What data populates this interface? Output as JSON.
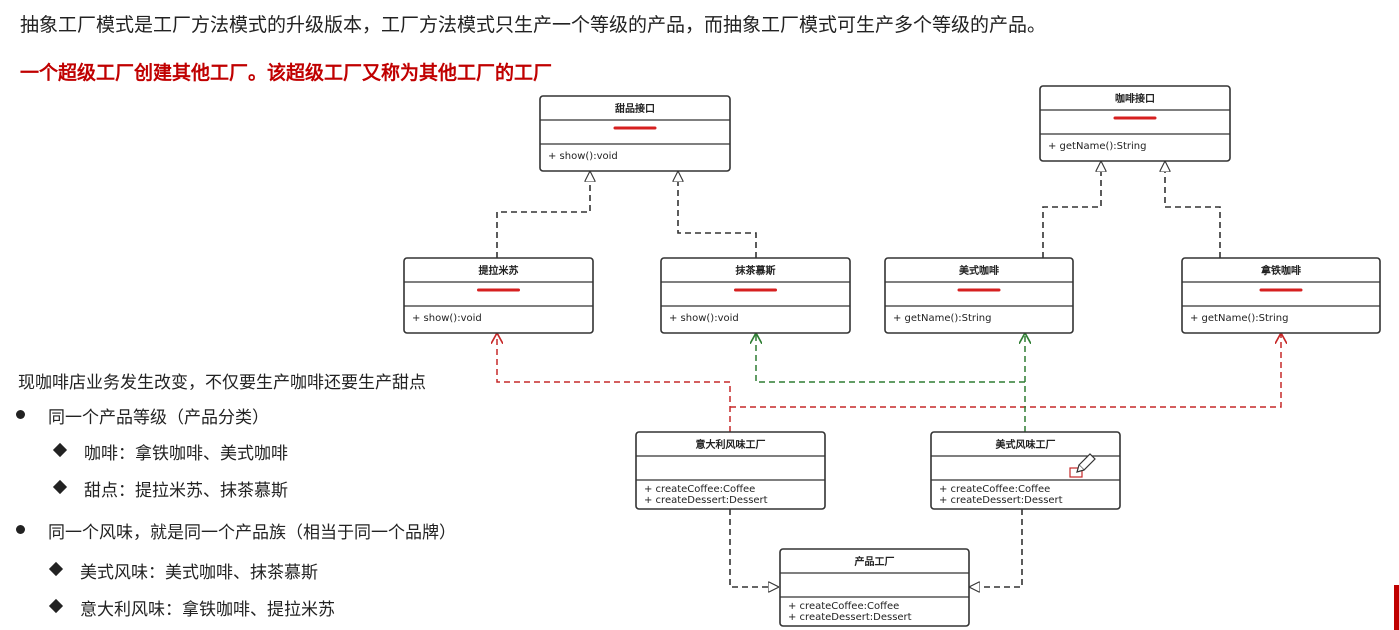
{
  "intro": "抽象工厂模式是工厂方法模式的升级版本，工厂方法模式只生产一个等级的产品，而抽象工厂模式可生产多个等级的产品。",
  "subtitle": "一个超级工厂创建其他工厂。该超级工厂又称为其他工厂的工厂",
  "colors": {
    "accent": "#c00000",
    "green": "#2e7d32",
    "line": "#333333"
  },
  "notes": {
    "lead": "现咖啡店业务发生改变，不仅要生产咖啡还要生产甜点",
    "level_heading": "同一个产品等级（产品分类）",
    "level_coffee": "咖啡：拿铁咖啡、美式咖啡",
    "level_dessert": "甜点：提拉米苏、抹茶慕斯",
    "family_heading": "同一个风味，就是同一个产品族（相当于同一个品牌）",
    "family_american": "美式风味：美式咖啡、抹茶慕斯",
    "family_italian": "意大利风味：拿铁咖啡、提拉米苏"
  },
  "classes": {
    "dessert_interface": {
      "name": "甜品接口",
      "methods": [
        "+ show():void"
      ]
    },
    "coffee_interface": {
      "name": "咖啡接口",
      "methods": [
        "+ getName():String"
      ]
    },
    "tiramisu": {
      "name": "提拉米苏",
      "methods": [
        "+ show():void"
      ]
    },
    "matcha_mousse": {
      "name": "抹茶慕斯",
      "methods": [
        "+ show():void"
      ]
    },
    "american_coffee": {
      "name": "美式咖啡",
      "methods": [
        "+ getName():String"
      ]
    },
    "latte": {
      "name": "拿铁咖啡",
      "methods": [
        "+ getName():String"
      ]
    },
    "italian_factory": {
      "name": "意大利风味工厂",
      "methods": [
        "+ createCoffee:Coffee",
        "+ createDessert:Dessert"
      ]
    },
    "american_factory": {
      "name": "美式风味工厂",
      "methods": [
        "+ createCoffee:Coffee",
        "+ createDessert:Dessert"
      ]
    },
    "product_factory": {
      "name": "产品工厂",
      "methods": [
        "+ createCoffee:Coffee",
        "+ createDessert:Dessert"
      ]
    }
  }
}
